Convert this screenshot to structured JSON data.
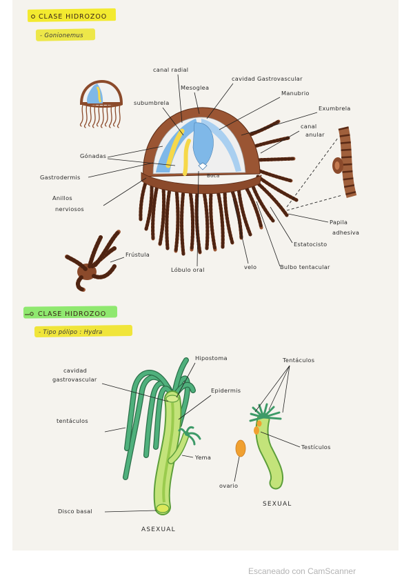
{
  "section1": {
    "title": "CLASE HIDROZOO",
    "subtitle": "- Gonionemus"
  },
  "medusa": {
    "labels": {
      "canal_radial": "canal radial",
      "mesoglea": "Mesoglea",
      "cavidad_gastrovascular": "cavidad Gastrovascular",
      "manubrio": "Manubrio",
      "exumbrela": "Exumbrela",
      "subumbrela": "subumbrela",
      "canal_anular": [
        "canal",
        "anular"
      ],
      "gonadas": "Gónadas",
      "gastrodermis": "Gastrodermis",
      "boca": "Boca",
      "anillos_nerviosos": [
        "Anillos",
        "nerviosos"
      ],
      "papila_adhesiva": [
        "Papila",
        "adhesiva"
      ],
      "estatocisto": "Estatocisto",
      "bulbo_tentacular": "Bulbo tentacular",
      "velo": "velo",
      "lobulo_oral": "Lóbulo oral",
      "frustula": "Frústula"
    }
  },
  "section2": {
    "title": "CLASE HIDROZOO",
    "subtitle": "- Tipo pólipo : Hydra"
  },
  "hydra": {
    "labels": {
      "cavidad_gastrovascular": [
        "cavidad",
        "gastrovascular"
      ],
      "hipostoma": "Hipostoma",
      "epidermis": "Epidermis",
      "tentaculos_left": "tentáculos",
      "yema": "Yema",
      "disco_basal": "Disco basal",
      "asexual": "ASEXUAL",
      "tentaculos_right": "Tentáculos",
      "testiculos": "Testículos",
      "ovario": "ovario",
      "sexual": "SEXUAL"
    }
  },
  "footer": {
    "scanner": "Escaneado con CamScanner"
  },
  "colors": {
    "paper": "#f5f3ee",
    "highlight_yellow": "#f3ea2f",
    "highlight_green": "#8fe86f",
    "medusa_brown": "#8b4a2b",
    "gastrovascular_blue": "#7fb8e8",
    "gonad_yellow": "#f6d84a",
    "hydra_body_green": "#c3e37a",
    "hydra_tentacle_teal": "#3d9a68",
    "gonad_orange": "#f0a030"
  },
  "icons": [
    "medusa-drawing",
    "frustula-drawing",
    "tentacle-detail-drawing",
    "hydra-asexual-drawing",
    "hydra-sexual-drawing"
  ]
}
